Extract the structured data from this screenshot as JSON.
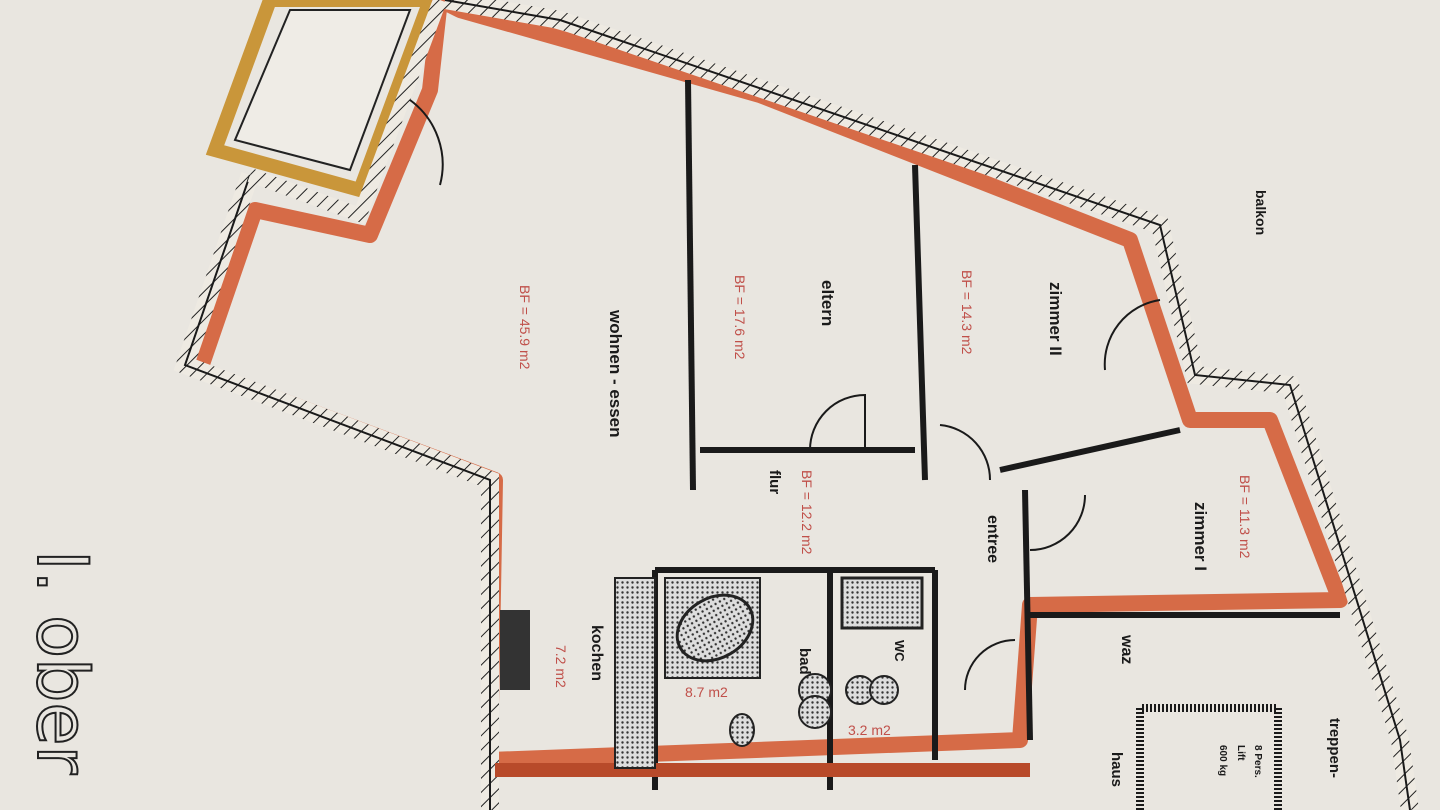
{
  "plan": {
    "floor_title": "I. ober",
    "colors": {
      "paper": "#e9e6e0",
      "wall": "#1a1a1a",
      "apartment_outline": "#d2552c",
      "balcony_outline": "#c9963a",
      "area_text": "#c0504a"
    },
    "rooms": [
      {
        "name": "wohnen - essen",
        "area": "BF = 45.9 m2"
      },
      {
        "name": "eltern",
        "area": "BF = 17.6 m2"
      },
      {
        "name": "zimmer II",
        "area": "BF = 14.3 m2"
      },
      {
        "name": "flur",
        "area": "BF = 12.2 m2"
      },
      {
        "name": "entree",
        "area": ""
      },
      {
        "name": "zimmer I",
        "area": "BF = 11.3 m2"
      },
      {
        "name": "kochen",
        "area": "7.2 m2"
      },
      {
        "name": "bad",
        "area": "8.7 m2"
      },
      {
        "name": "WC",
        "area": "3.2 m2"
      },
      {
        "name": "balkon",
        "area": ""
      },
      {
        "name": "waz",
        "area": ""
      },
      {
        "name": "treppen-",
        "area": ""
      },
      {
        "name": "haus",
        "area": ""
      }
    ],
    "lift": {
      "line1": "8 Pers.",
      "line2": "Lift",
      "line3": "600 kg"
    }
  }
}
